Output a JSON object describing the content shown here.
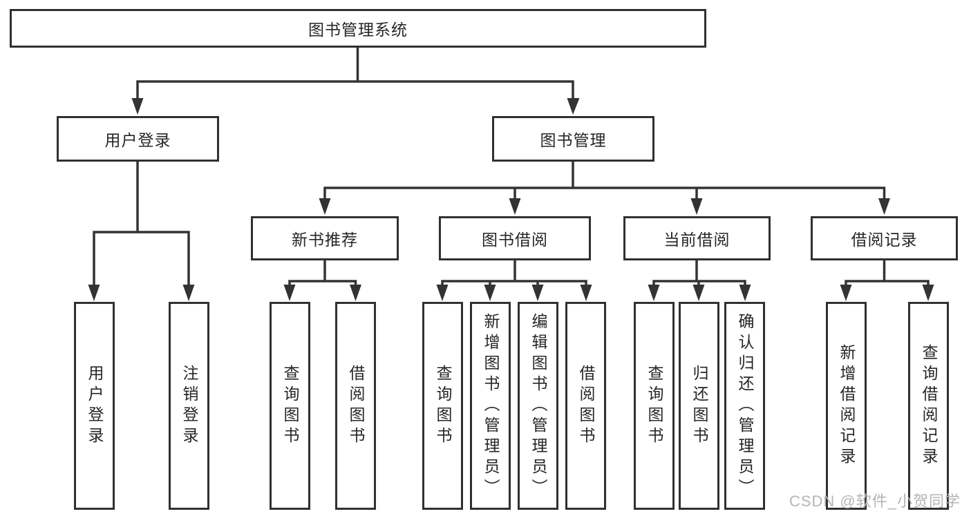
{
  "tree": {
    "root": "图书管理系统",
    "level2": [
      {
        "label": "用户登录",
        "children": [
          "用户登录",
          "注销登录"
        ]
      },
      {
        "label": "图书管理",
        "children": [
          {
            "label": "新书推荐",
            "children": [
              "查询图书",
              "借阅图书"
            ]
          },
          {
            "label": "图书借阅",
            "children": [
              "查询图书",
              "新增图书（管理员）",
              "编辑图书（管理员）",
              "借阅图书"
            ]
          },
          {
            "label": "当前借阅",
            "children": [
              "查询图书",
              "归还图书",
              "确认归还（管理员）"
            ]
          },
          {
            "label": "借阅记录",
            "children": [
              "新增借阅记录",
              "查询借阅记录"
            ]
          }
        ]
      }
    ]
  },
  "watermark": "CSDN @软件_小贺同学",
  "colors": {
    "line": "#333333",
    "box_border": "#303030",
    "box_fill": "#ffffff",
    "text": "#262626",
    "watermark": "#b4b4ba",
    "background": "#ffffff"
  }
}
